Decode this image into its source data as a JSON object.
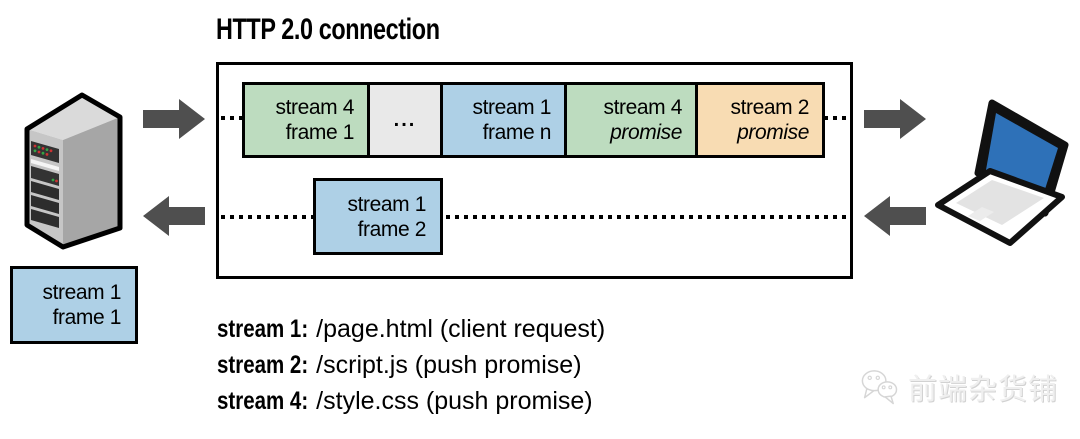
{
  "title": "HTTP 2.0 connection",
  "colors": {
    "green": "#bddcbf",
    "gray": "#e9e9e9",
    "blue": "#aed0e6",
    "orange": "#f8dcb3",
    "arrow": "#4f4f4f",
    "laptop_screen": "#2e71b8",
    "border": "#000000"
  },
  "connection": {
    "frames_top": [
      {
        "line1": "stream 4",
        "line2": "frame 1",
        "color": "green"
      },
      {
        "line1": "...",
        "line2": "",
        "color": "gray"
      },
      {
        "line1": "stream 1",
        "line2": "frame n",
        "color": "blue"
      },
      {
        "line1": "stream 4",
        "line2": "promise",
        "color": "green"
      },
      {
        "line1": "stream 2",
        "line2": "promise",
        "color": "orange"
      }
    ],
    "frame_response": {
      "line1": "stream 1",
      "line2": "frame 2",
      "color": "blue"
    }
  },
  "client_frame": {
    "line1": "stream 1",
    "line2": "frame 1",
    "color": "blue"
  },
  "legend": {
    "items": [
      {
        "label": "stream 1:",
        "desc": "/page.html  (client request)"
      },
      {
        "label": "stream 2:",
        "desc": "/script.js  (push promise)"
      },
      {
        "label": "stream 4:",
        "desc": "/style.css  (push promise)"
      }
    ]
  },
  "watermark": {
    "text": "前端杂货铺",
    "icon": "wechat-icon"
  },
  "icons": {
    "server": "server-icon",
    "laptop": "laptop-icon",
    "arrows": [
      "arrow-right-icon",
      "arrow-left-icon",
      "arrow-right-icon",
      "arrow-left-icon"
    ]
  }
}
